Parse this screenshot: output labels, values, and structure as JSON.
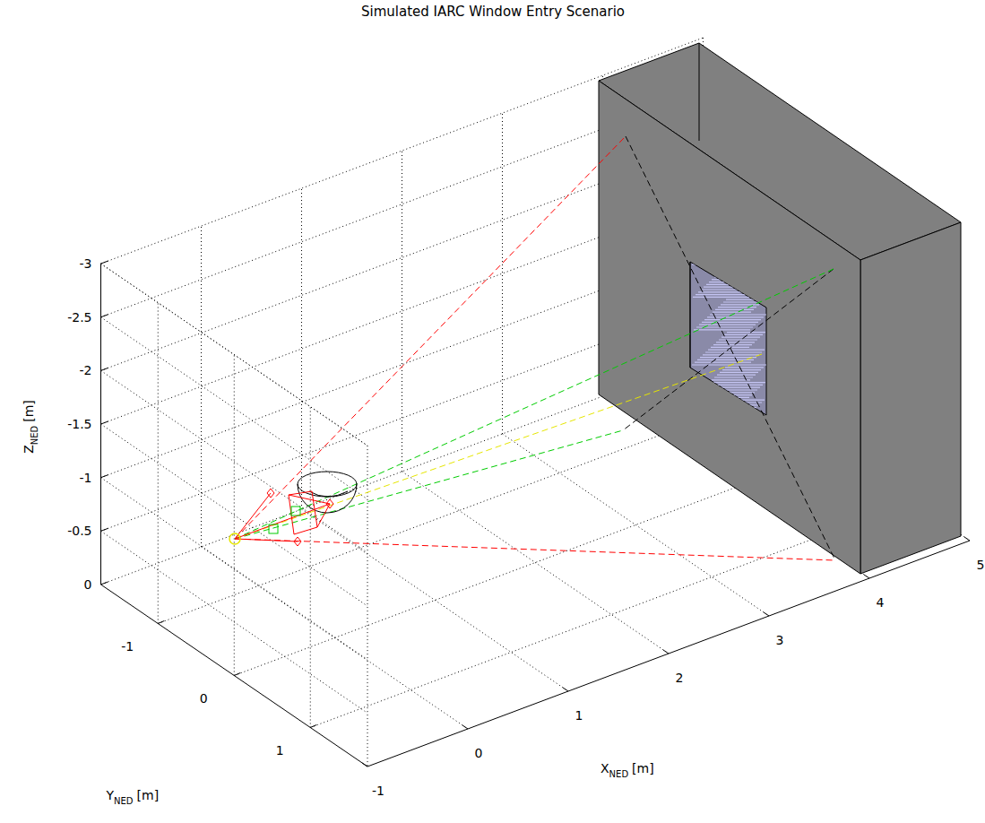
{
  "diagram": {
    "title": "Simulated IARC Window Entry Scenario",
    "labels": [
      "-3",
      "-2.5",
      "-2",
      "-1.5",
      "-1",
      "-0.5",
      "0",
      "Z",
      "NED",
      "[m]",
      "-1",
      "0",
      "1",
      "Y",
      "NED",
      "[m]",
      "-1",
      "0",
      "1",
      "2",
      "3",
      "4",
      "5",
      "X",
      "NED",
      "[m]"
    ]
  }
}
